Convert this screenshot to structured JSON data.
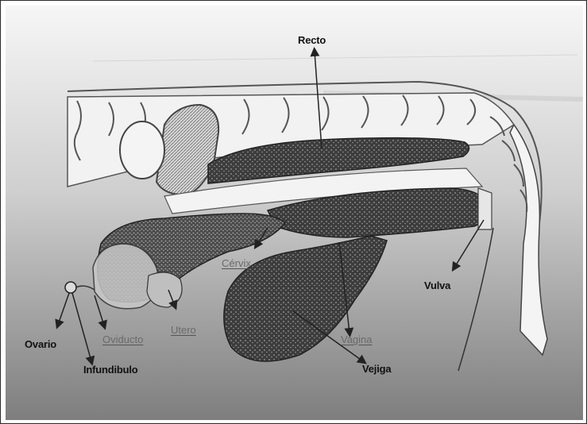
{
  "labels": {
    "recto": "Recto",
    "vulva": "Vulva",
    "cervix": "Cérvix",
    "utero": "Utero",
    "oviducto": "Oviducto",
    "ovario": "Ovario",
    "infundibulo": "Infundibulo",
    "vagina": "Vagina",
    "vejiga": "Vejiga"
  },
  "colors": {
    "background_top": "#f2f2f2",
    "background_bottom": "#8c8c8c",
    "organ_dark": "#3a3a3a",
    "bone": "#f4f4f4",
    "label_dark": "#111111",
    "label_grey": "#6a6a6a"
  }
}
